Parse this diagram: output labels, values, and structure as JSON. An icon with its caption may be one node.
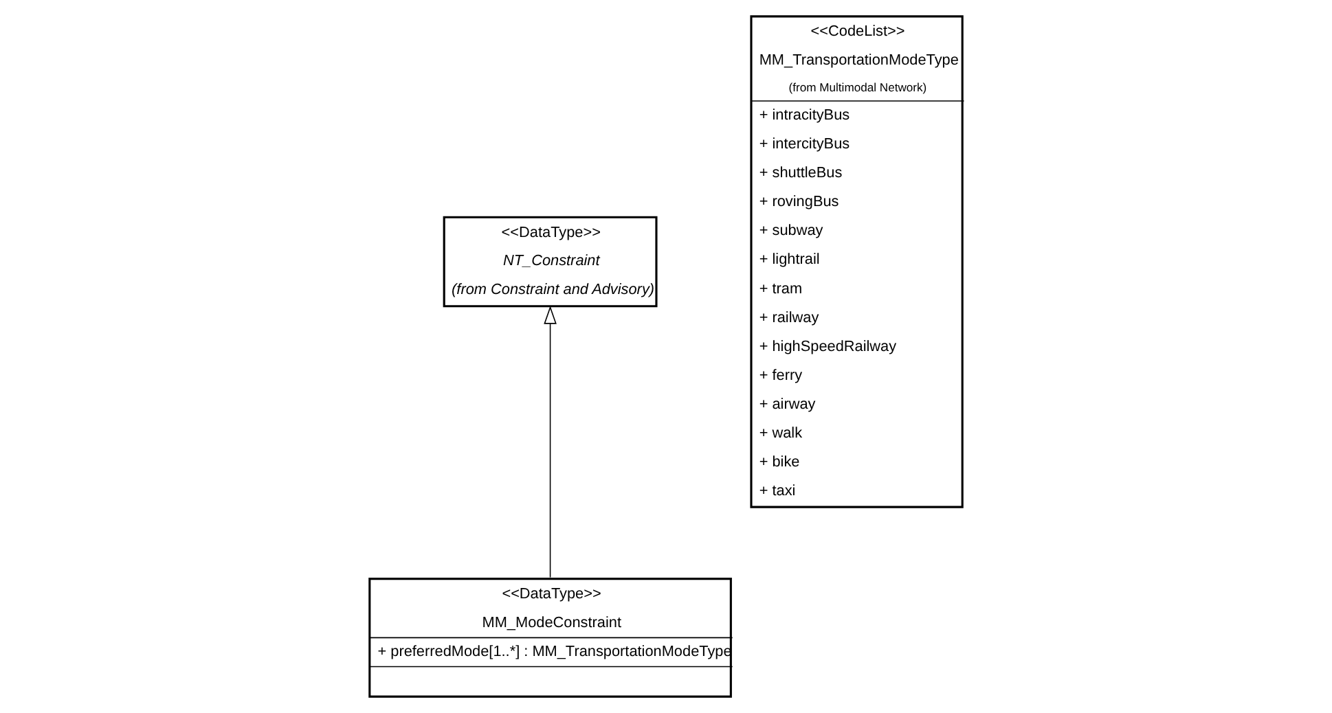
{
  "diagram": {
    "nodes": [
      {
        "text": [
          "<<DataType>>",
          "NT_Constraint",
          "(from Constraint and Advisory)"
        ]
      },
      {
        "text": [
          "<<DataType>>",
          "MM_ModeConstraint",
          "+ preferredMode[1..*] : MM_TransportationModeType"
        ]
      },
      {
        "text": [
          "<<CodeList>>",
          "MM_TransportationModeType",
          "(from Multimodal Network)",
          "+ intracityBus",
          "+ intercityBus",
          "+ shuttleBus",
          "+ rovingBus",
          "+ subway",
          "+ lightrail",
          "+ tram",
          "+ railway",
          "+ highSpeedRailway",
          "+ ferry",
          "+ airway",
          "+ walk",
          "+ bike",
          "+ taxi"
        ]
      }
    ],
    "edges": [
      {
        "from": 1,
        "to": 0,
        "arrow": "to"
      }
    ]
  }
}
